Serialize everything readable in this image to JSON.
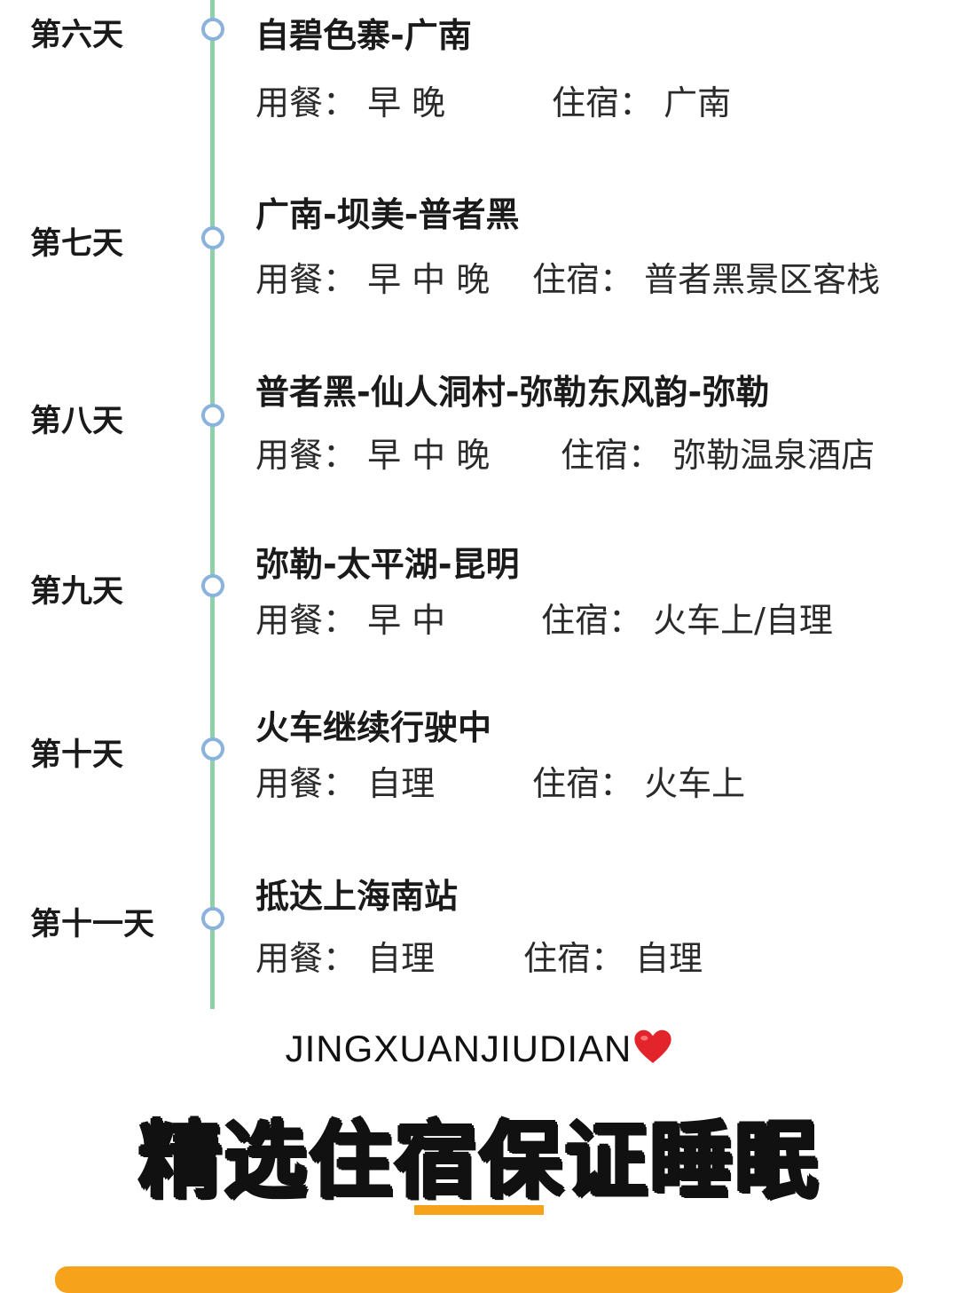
{
  "days": [
    {
      "label": "第六天",
      "route": "自碧色寨-广南",
      "meals": "用餐： 早 晚",
      "stay": "住宿： 广南"
    },
    {
      "label": "第七天",
      "route": "广南-坝美-普者黑",
      "meals": "用餐： 早 中 晚",
      "stay": "住宿： 普者黑景区客栈"
    },
    {
      "label": "第八天",
      "route": "普者黑-仙人洞村-弥勒东风韵-弥勒",
      "meals": "用餐： 早 中 晚",
      "stay": "住宿： 弥勒温泉酒店"
    },
    {
      "label": "第九天",
      "route": "弥勒-太平湖-昆明",
      "meals": "用餐： 早 中",
      "stay": "住宿： 火车上/自理"
    },
    {
      "label": "第十天",
      "route": "火车继续行驶中",
      "meals": "用餐： 自理",
      "stay": "住宿： 火车上"
    },
    {
      "label": "第十一天",
      "route": "抵达上海南站",
      "meals": "用餐： 自理",
      "stay": "住宿： 自理"
    }
  ],
  "footer": {
    "brand": "JINGXUANJIUDIAN",
    "heart_icon": "heart-icon",
    "slogan": "精选住宿保证睡眠"
  },
  "colors": {
    "timeline": "#8ed1a8",
    "node": "#8ab2dc",
    "accent": "#f7a21b"
  }
}
